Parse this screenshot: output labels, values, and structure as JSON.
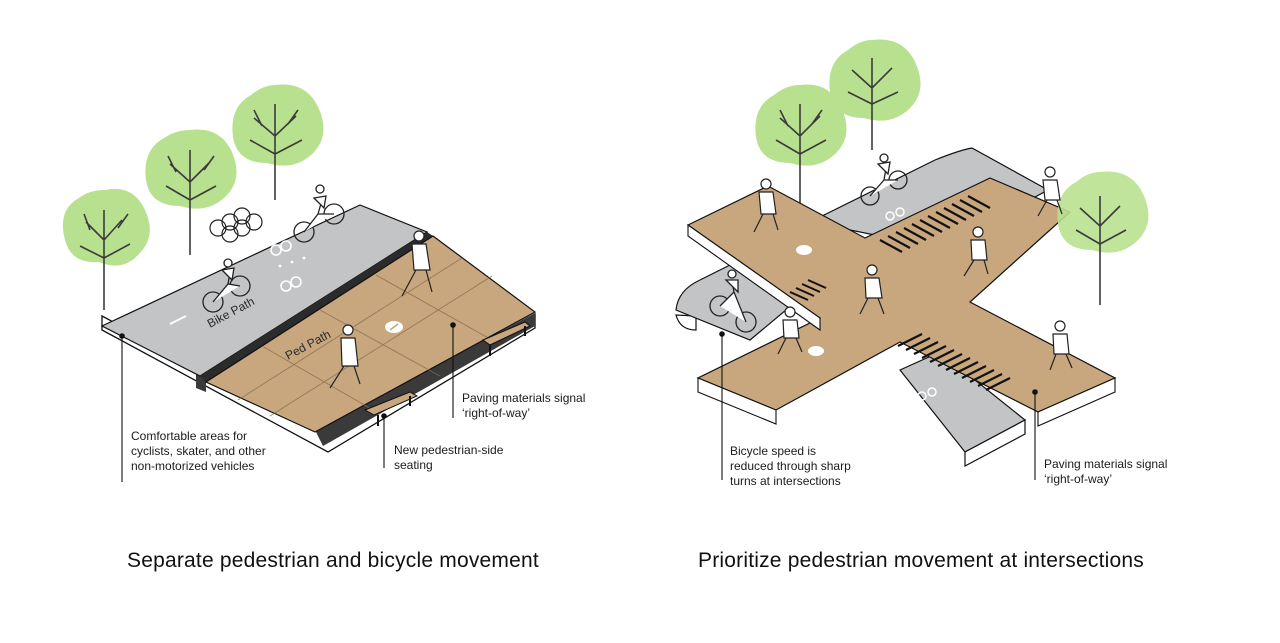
{
  "colors": {
    "bike_lane": "#c2c4c6",
    "ped_paving": "#c8a67e",
    "tree_canopy": "#b8e18f",
    "edge_dark": "#3a3a3a",
    "line": "#111111"
  },
  "left": {
    "caption": "Separate pedestrian and bicycle movement",
    "bike_label": "Bike Path",
    "ped_label": "Ped Path",
    "callouts": {
      "comfort": [
        "Comfortable areas for",
        "cyclists, skater, and other",
        "non-motorized vehicles"
      ],
      "seating": [
        "New pedestrian-side",
        "seating"
      ],
      "paving": [
        "Paving materials signal",
        "‘right-of-way’"
      ]
    }
  },
  "right": {
    "caption": "Prioritize pedestrian movement at intersections",
    "callouts": {
      "speed": [
        "Bicycle speed is",
        "reduced through sharp",
        "turns at intersections"
      ],
      "paving": [
        "Paving materials signal",
        "‘right-of-way’"
      ]
    }
  }
}
